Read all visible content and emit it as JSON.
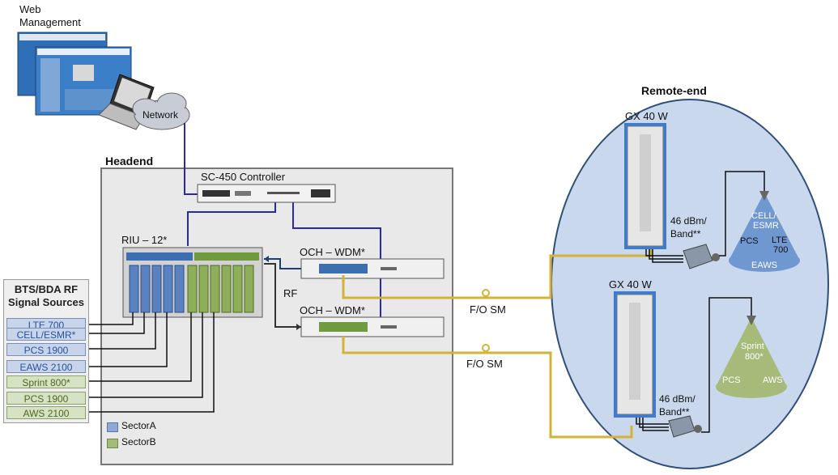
{
  "web_management": {
    "line1": "Web",
    "line2": "Management"
  },
  "network_label": "Network",
  "headend": {
    "title": "Headend",
    "controller": "SC-450 Controller",
    "riu": "RIU – 12*",
    "och_top": "OCH – WDM*",
    "och_bottom": "OCH – WDM*",
    "rf": "RF"
  },
  "sources": {
    "title_line1": "BTS/BDA RF",
    "title_line2": "Signal Sources",
    "items": [
      {
        "label": "LTE 700",
        "sector": "A"
      },
      {
        "label": "CELL/ESMR*",
        "sector": "A"
      },
      {
        "label": "PCS 1900",
        "sector": "A"
      },
      {
        "label": "EAWS 2100",
        "sector": "A"
      },
      {
        "label": "Sprint 800*",
        "sector": "B"
      },
      {
        "label": "PCS 1900",
        "sector": "B"
      },
      {
        "label": "AWS 2100",
        "sector": "B"
      }
    ]
  },
  "legend": {
    "sector_a": "SectorA",
    "sector_b": "SectorB"
  },
  "fiber": {
    "top": "F/O SM",
    "bottom": "F/O SM"
  },
  "remote": {
    "title": "Remote-end",
    "gx_top": "GX 40 W",
    "gx_bottom": "GX 40 W",
    "power_top_1": "46 dBm/",
    "power_top_2": "Band**",
    "power_bottom_1": "46 dBm/",
    "power_bottom_2": "Band**",
    "cone_top": {
      "line1": "CELL/",
      "line2": "ESMR",
      "left": "PCS",
      "right1": "LTE",
      "right2": "700",
      "bottom": "EAWS"
    },
    "cone_bottom": {
      "line1": "Sprint",
      "line2": "800*",
      "left": "PCS",
      "right": "AWS"
    }
  },
  "colors": {
    "sector_a": "#8fa8d4",
    "sector_b": "#a6bb7a",
    "fiber": "#d4b238",
    "network_line": "#2a2aa8",
    "remote_fill": "#c9d8ec"
  }
}
